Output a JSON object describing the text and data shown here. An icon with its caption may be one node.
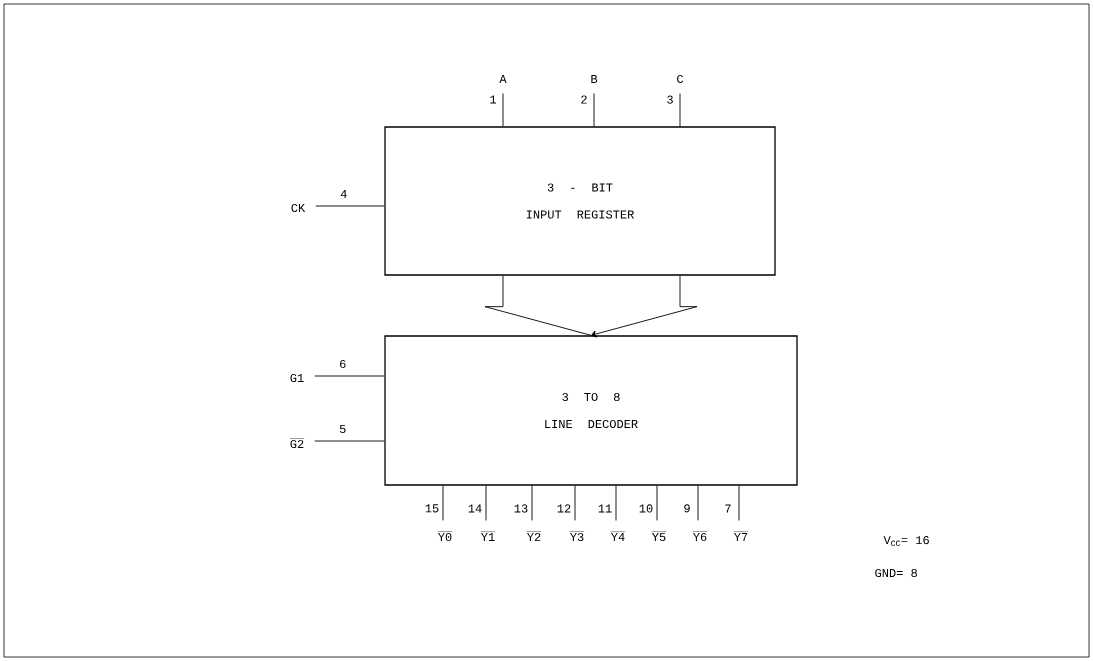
{
  "diagram": {
    "nodes": [
      {
        "text": [
          "3 - BIT INPUT REGISTER"
        ]
      },
      {
        "text": [
          "3 TO 8 LINE DECODER"
        ]
      },
      {
        "text": [
          "A"
        ]
      },
      {
        "text": [
          "B"
        ]
      },
      {
        "text": [
          "C"
        ]
      },
      {
        "text": [
          "CK"
        ]
      },
      {
        "text": [
          "G1"
        ]
      },
      {
        "text": [
          "G2"
        ]
      },
      {
        "text": [
          "Y0"
        ]
      },
      {
        "text": [
          "Y1"
        ]
      },
      {
        "text": [
          "Y2"
        ]
      },
      {
        "text": [
          "Y3"
        ]
      },
      {
        "text": [
          "Y4"
        ]
      },
      {
        "text": [
          "Y5"
        ]
      },
      {
        "text": [
          "Y6"
        ]
      },
      {
        "text": [
          "Y7"
        ]
      }
    ],
    "edges": [
      {
        "from": 2,
        "to": 0,
        "arrow": "none",
        "label": "1"
      },
      {
        "from": 3,
        "to": 0,
        "arrow": "none",
        "label": "2"
      },
      {
        "from": 4,
        "to": 0,
        "arrow": "none",
        "label": "3"
      },
      {
        "from": 5,
        "to": 0,
        "arrow": "none",
        "label": "4"
      },
      {
        "from": 0,
        "to": 1,
        "arrow": "to"
      },
      {
        "from": 6,
        "to": 1,
        "arrow": "none",
        "label": "6"
      },
      {
        "from": 7,
        "to": 1,
        "arrow": "none",
        "label": "5"
      },
      {
        "from": 1,
        "to": 8,
        "arrow": "none",
        "label": "15"
      },
      {
        "from": 1,
        "to": 9,
        "arrow": "none",
        "label": "14"
      },
      {
        "from": 1,
        "to": 10,
        "arrow": "none",
        "label": "13"
      },
      {
        "from": 1,
        "to": 11,
        "arrow": "none",
        "label": "12"
      },
      {
        "from": 1,
        "to": 12,
        "arrow": "none",
        "label": "11"
      },
      {
        "from": 1,
        "to": 13,
        "arrow": "none",
        "label": "10"
      },
      {
        "from": 1,
        "to": 14,
        "arrow": "none",
        "label": "9"
      },
      {
        "from": 1,
        "to": 15,
        "arrow": "none",
        "label": "7"
      }
    ],
    "labels": [
      "V$_{CC}$= 16",
      "GND= 8"
    ]
  }
}
